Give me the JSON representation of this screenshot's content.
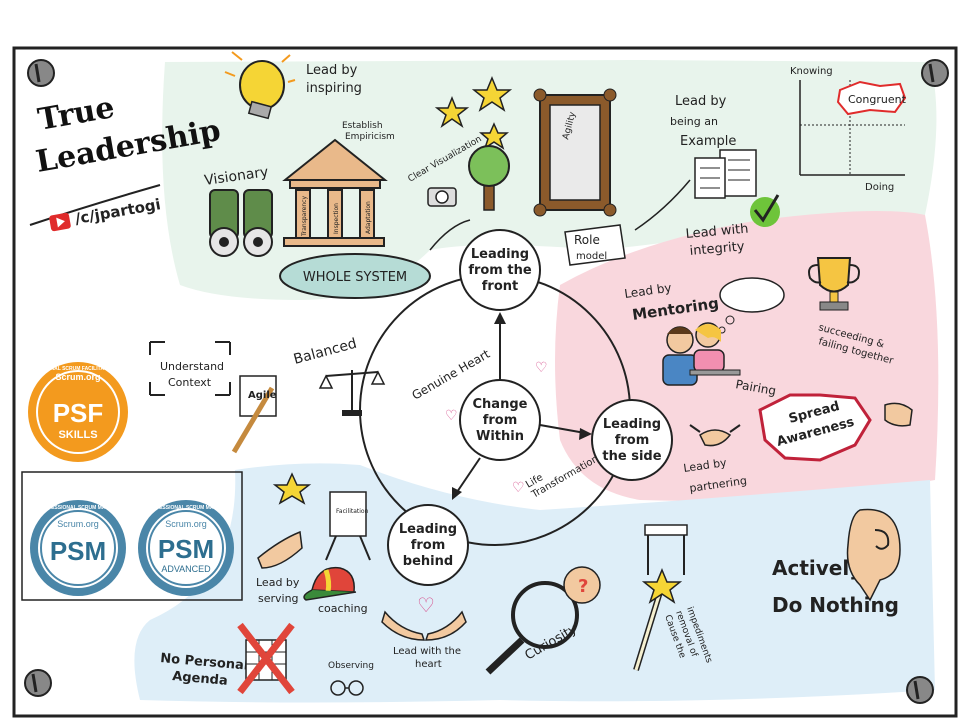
{
  "title": {
    "line1": "True",
    "line2": "Leadership",
    "channel": "/c/jpartogi"
  },
  "center": {
    "core": [
      "Change",
      "from",
      "Within"
    ]
  },
  "nodes": {
    "front": [
      "Leading",
      "from the",
      "front"
    ],
    "side": [
      "Leading",
      "from",
      "the side"
    ],
    "behind": [
      "Leading",
      "from",
      "behind"
    ]
  },
  "labels": {
    "lead_by_inspiring": [
      "Lead by",
      "inspiring"
    ],
    "visionary": "Visionary",
    "establish_empiricism": [
      "Establish",
      "Empiricism"
    ],
    "pillars": [
      "Transparency",
      "Inspection",
      "Adaptation"
    ],
    "whole_system": "WHOLE SYSTEM",
    "clear_visualization": "Clear Visualization",
    "agility": "Agility",
    "lead_by_example": [
      "Lead by",
      "being an",
      "Example"
    ],
    "role_model": [
      "Role",
      "model"
    ],
    "lead_with_integrity": [
      "Lead with",
      "integrity"
    ],
    "knowing": "Knowing",
    "congruent": "Congruent",
    "doing": "Doing",
    "lead_by_mentoring": [
      "Lead by",
      "Mentoring"
    ],
    "succeeding": [
      "succeeding &",
      "failing together"
    ],
    "pairing": "Pairing",
    "spread_awareness": [
      "Spread",
      "Awareness"
    ],
    "lead_by_partnering": [
      "Lead by",
      "partnering"
    ],
    "understand_context": [
      "Understand",
      "Context"
    ],
    "balanced": "Balanced",
    "agile": "Agile",
    "genuine_heart": "Genuine Heart",
    "life_transformation": [
      "Life",
      "Transformation"
    ],
    "facilitation": "Facilitation",
    "lead_by_serving": [
      "Lead by",
      "serving"
    ],
    "coaching": "coaching",
    "lead_with_heart": [
      "Lead with the",
      "heart"
    ],
    "no_personal_agenda": [
      "No Personal",
      "Agenda"
    ],
    "observing": "Observing",
    "curiosity": "Curiosity",
    "cause_removal": [
      "Cause the",
      "removal of",
      "impediments"
    ],
    "actively_do_nothing": [
      "Actively",
      "Do Nothing"
    ]
  },
  "badges": {
    "psf": {
      "ring": "PROFESSIONAL SCRUM FACILITATION SKILLS",
      "org": "Scrum.org",
      "main": "PSF",
      "sub": "SKILLS",
      "color": "#f39a1e"
    },
    "psm": {
      "ring": "PROFESSIONAL SCRUM MASTER",
      "org": "Scrum.org",
      "main": "PSM",
      "color": "#4a86a8"
    },
    "psm_adv": {
      "ring": "PROFESSIONAL SCRUM MASTER",
      "org": "Scrum.org",
      "main": "PSM",
      "sub": "ADVANCED",
      "color": "#4a86a8"
    }
  },
  "colors": {
    "green_zone": "#e8f4ec",
    "pink_zone": "#f9d7dd",
    "blue_zone": "#deeef8",
    "frame": "#222222"
  }
}
